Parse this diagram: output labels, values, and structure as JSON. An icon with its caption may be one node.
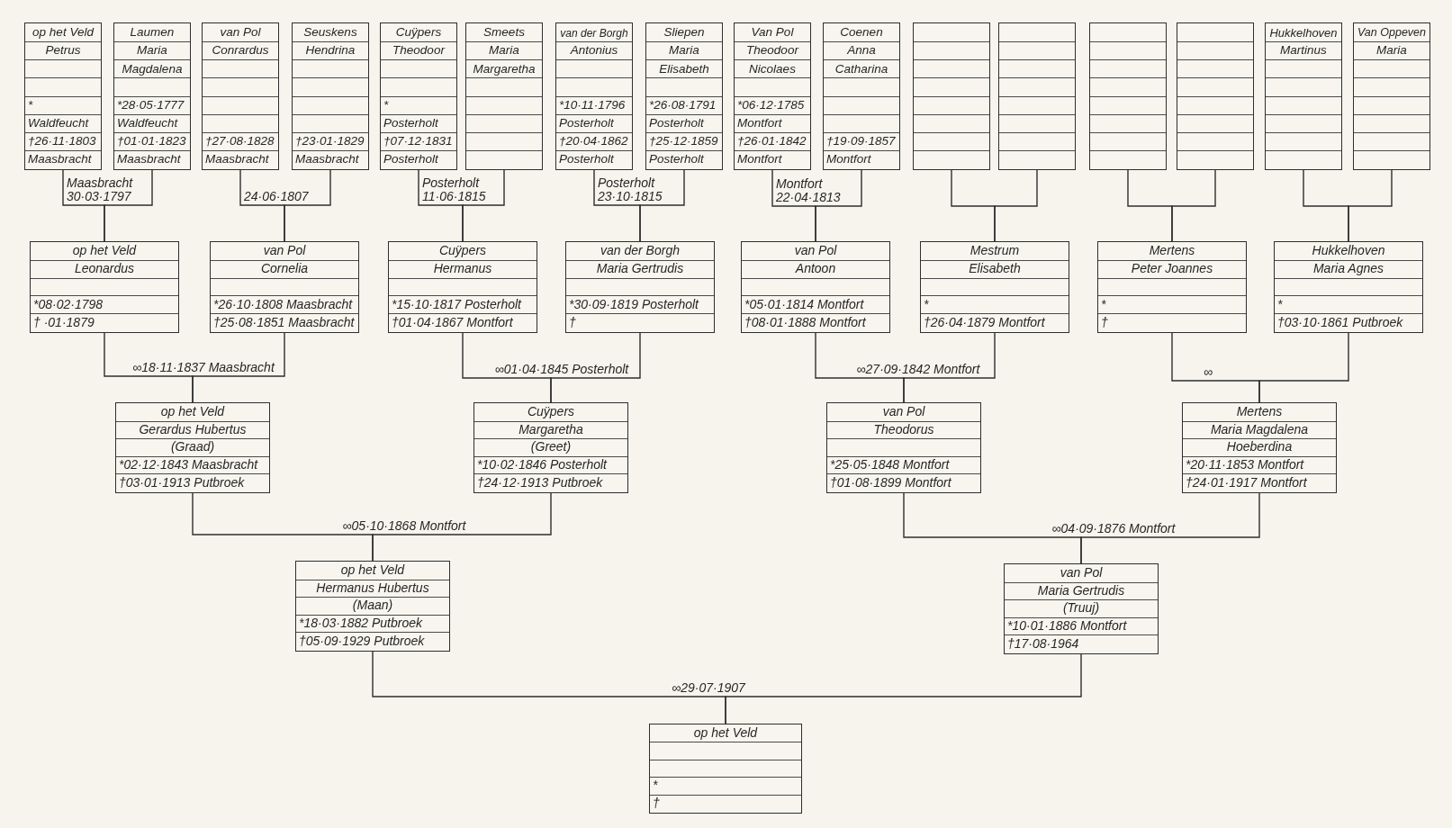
{
  "diagram": {
    "nodes": [
      {
        "text": [
          "op het Veld",
          "Petrus",
          "*",
          "Waldfeucht",
          "†26·11·1803",
          "Maasbracht"
        ]
      },
      {
        "text": [
          "Laumen",
          "Maria",
          "Magdalena",
          "*28·05·1777",
          "Waldfeucht",
          "†01·01·1823",
          "Maasbracht"
        ]
      },
      {
        "text": [
          "van Pol",
          "Conrardus",
          "†27·08·1828",
          "Maasbracht"
        ]
      },
      {
        "text": [
          "Seuskens",
          "Hendrina",
          "†23·01·1829",
          "Maasbracht"
        ]
      },
      {
        "text": [
          "Cuÿpers",
          "Theodoor",
          "*",
          "Posterholt",
          "†07·12·1831",
          "Posterholt"
        ]
      },
      {
        "text": [
          "Smeets",
          "Maria",
          "Margaretha"
        ]
      },
      {
        "text": [
          "van der Borgh",
          "Antonius",
          "*10·11·1796",
          "Posterholt",
          "†20·04·1862",
          "Posterholt"
        ]
      },
      {
        "text": [
          "Sliepen",
          "Maria",
          "Elisabeth",
          "*26·08·1791",
          "Posterholt",
          "†25·12·1859",
          "Posterholt"
        ]
      },
      {
        "text": [
          "Van Pol",
          "Theodoor",
          "Nicolaes",
          "*06·12·1785",
          "Montfort",
          "†26·01·1842",
          "Montfort"
        ]
      },
      {
        "text": [
          "Coenen",
          "Anna",
          "Catharina",
          "†19·09·1857",
          "Montfort"
        ]
      },
      {
        "text": [],
        "shape": "box"
      },
      {
        "text": [],
        "shape": "box"
      },
      {
        "text": [],
        "shape": "box"
      },
      {
        "text": [],
        "shape": "box"
      },
      {
        "text": [
          "Hukkelhoven",
          "Martinus"
        ]
      },
      {
        "text": [
          "Van Oppeven",
          "Maria"
        ]
      },
      {
        "text": [
          "op het Veld",
          "Leonardus",
          "*08·02·1798",
          "† ·01·1879"
        ]
      },
      {
        "text": [
          "van Pol",
          "Cornelia",
          "*26·10·1808 Maasbracht",
          "†25·08·1851 Maasbracht"
        ]
      },
      {
        "text": [
          "Cuÿpers",
          "Hermanus",
          "*15·10·1817 Posterholt",
          "†01·04·1867 Montfort"
        ]
      },
      {
        "text": [
          "van der Borgh",
          "Maria Gertrudis",
          "*30·09·1819 Posterholt",
          "†"
        ]
      },
      {
        "text": [
          "van Pol",
          "Antoon",
          "*05·01·1814 Montfort",
          "†08·01·1888 Montfort"
        ]
      },
      {
        "text": [
          "Mestrum",
          "Elisabeth",
          "*",
          "†26·04·1879 Montfort"
        ]
      },
      {
        "text": [
          "Mertens",
          "Peter Joannes",
          "*",
          "†"
        ]
      },
      {
        "text": [
          "Hukkelhoven",
          "Maria Agnes",
          "*",
          "†03·10·1861 Putbroek"
        ]
      },
      {
        "text": [
          "op het Veld",
          "Gerardus Hubertus",
          "(Graad)",
          "*02·12·1843 Maasbracht",
          "†03·01·1913 Putbroek"
        ]
      },
      {
        "text": [
          "Cuÿpers",
          "Margaretha",
          "(Greet)",
          "*10·02·1846 Posterholt",
          "†24·12·1913 Putbroek"
        ]
      },
      {
        "text": [
          "van Pol",
          "Theodorus",
          "*25·05·1848 Montfort",
          "†01·08·1899 Montfort"
        ]
      },
      {
        "text": [
          "Mertens",
          "Maria Magdalena",
          "Hoeberdina",
          "*20·11·1853 Montfort",
          "†24·01·1917 Montfort"
        ]
      },
      {
        "text": [
          "op het Veld",
          "Hermanus Hubertus",
          "(Maan)",
          "*18·03·1882 Putbroek",
          "†05·09·1929 Putbroek"
        ]
      },
      {
        "text": [
          "van Pol",
          "Maria Gertrudis",
          "(Truuj)",
          "*10·01·1886 Montfort",
          "†17·08·1964"
        ]
      },
      {
        "text": [
          "op het Veld",
          "*",
          "†"
        ]
      }
    ],
    "edges": [
      {
        "from": 0,
        "to": 16,
        "arrow": "none",
        "label": "Maasbracht 30·03·1797"
      },
      {
        "from": 1,
        "to": 16,
        "arrow": "none"
      },
      {
        "from": 2,
        "to": 17,
        "arrow": "none",
        "label": "24·06·1807"
      },
      {
        "from": 3,
        "to": 17,
        "arrow": "none"
      },
      {
        "from": 4,
        "to": 18,
        "arrow": "none",
        "label": "Posterholt 11·06·1815"
      },
      {
        "from": 5,
        "to": 18,
        "arrow": "none"
      },
      {
        "from": 6,
        "to": 19,
        "arrow": "none",
        "label": "Posterholt 23·10·1815"
      },
      {
        "from": 7,
        "to": 19,
        "arrow": "none"
      },
      {
        "from": 8,
        "to": 20,
        "arrow": "none",
        "label": "Montfort 22·04·1813"
      },
      {
        "from": 9,
        "to": 20,
        "arrow": "none"
      },
      {
        "from": 10,
        "to": 21,
        "arrow": "none"
      },
      {
        "from": 11,
        "to": 21,
        "arrow": "none"
      },
      {
        "from": 12,
        "to": 22,
        "arrow": "none"
      },
      {
        "from": 13,
        "to": 22,
        "arrow": "none"
      },
      {
        "from": 14,
        "to": 23,
        "arrow": "none"
      },
      {
        "from": 15,
        "to": 23,
        "arrow": "none"
      },
      {
        "from": 16,
        "to": 24,
        "arrow": "none",
        "label": "∞18·11·1837 Maasbracht"
      },
      {
        "from": 17,
        "to": 24,
        "arrow": "none"
      },
      {
        "from": 18,
        "to": 25,
        "arrow": "none",
        "label": "∞01·04·1845 Posterholt"
      },
      {
        "from": 19,
        "to": 25,
        "arrow": "none"
      },
      {
        "from": 20,
        "to": 26,
        "arrow": "none",
        "label": "∞27·09·1842 Montfort"
      },
      {
        "from": 21,
        "to": 26,
        "arrow": "none"
      },
      {
        "from": 22,
        "to": 27,
        "arrow": "none",
        "label": "∞"
      },
      {
        "from": 23,
        "to": 27,
        "arrow": "none"
      },
      {
        "from": 24,
        "to": 28,
        "arrow": "none",
        "label": "∞05·10·1868 Montfort"
      },
      {
        "from": 25,
        "to": 28,
        "arrow": "none"
      },
      {
        "from": 26,
        "to": 29,
        "arrow": "none",
        "label": "∞04·09·1876 Montfort"
      },
      {
        "from": 27,
        "to": 29,
        "arrow": "none"
      },
      {
        "from": 28,
        "to": 30,
        "arrow": "none",
        "label": "∞29·07·1907"
      },
      {
        "from": 29,
        "to": 30,
        "arrow": "none"
      }
    ]
  }
}
